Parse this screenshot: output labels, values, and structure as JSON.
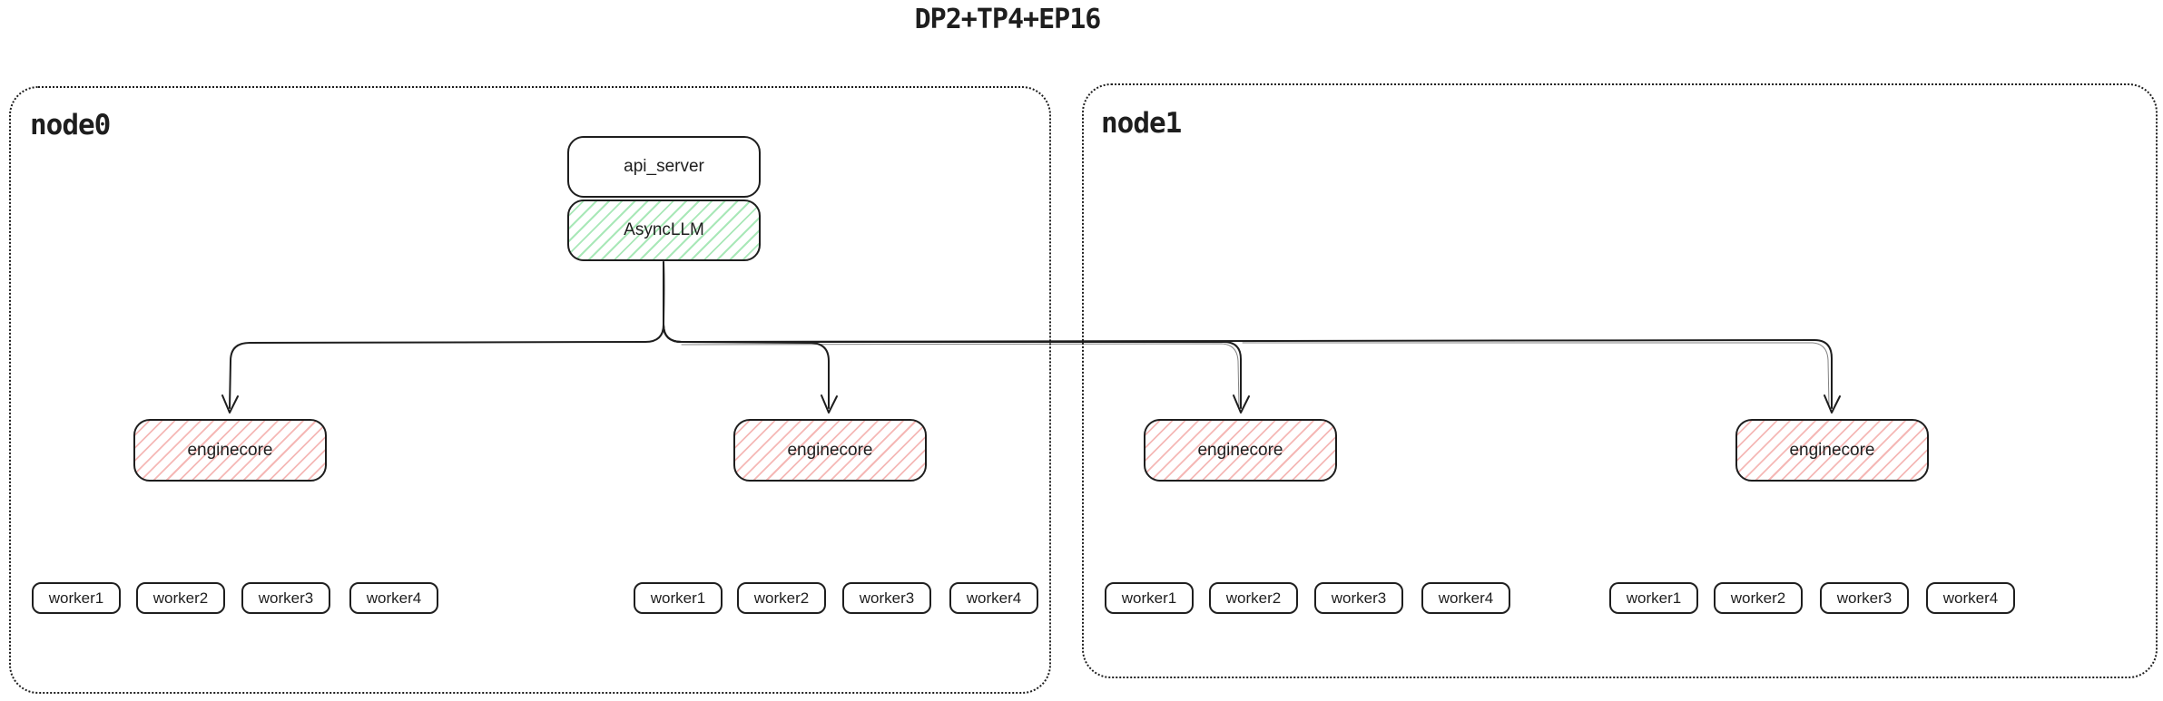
{
  "title": "DP2+TP4+EP16",
  "colors": {
    "stroke": "#1e1e1e",
    "green_hatch": "#a9e8b8",
    "red_hatch": "#f5b8b6",
    "background": "#ffffff"
  },
  "api_stack": {
    "api_server_label": "api_server",
    "async_llm_label": "AsyncLLM"
  },
  "nodes": [
    {
      "label": "node0",
      "groups": [
        {
          "enginecore_label": "enginecore",
          "workers": [
            "worker1",
            "worker2",
            "worker3",
            "worker4"
          ]
        },
        {
          "enginecore_label": "enginecore",
          "workers": [
            "worker1",
            "worker2",
            "worker3",
            "worker4"
          ]
        }
      ]
    },
    {
      "label": "node1",
      "groups": [
        {
          "enginecore_label": "enginecore",
          "workers": [
            "worker1",
            "worker2",
            "worker3",
            "worker4"
          ]
        },
        {
          "enginecore_label": "enginecore",
          "workers": [
            "worker1",
            "worker2",
            "worker3",
            "worker4"
          ]
        }
      ]
    }
  ]
}
